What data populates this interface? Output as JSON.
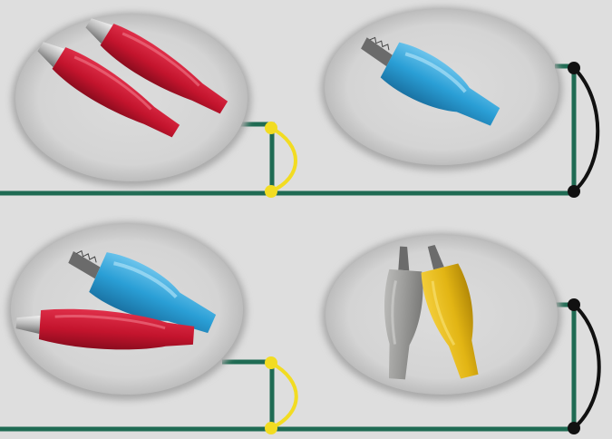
{
  "colors": {
    "background": "#dedede",
    "wire": "#1f6b53",
    "jumper_yellow": "#f2dc22",
    "jumper_black": "#111111",
    "oval_fill": "#d6d6d6",
    "clip_red": "#c3142d",
    "clip_blue": "#2a9fd6",
    "clip_gray": "#9c9c9a",
    "clip_yellow": "#e2b514"
  },
  "panels": [
    {
      "id": "top-left",
      "clips": [
        "red",
        "red"
      ],
      "jumper": "yellow"
    },
    {
      "id": "top-right",
      "clips": [
        "blue"
      ],
      "jumper": "black"
    },
    {
      "id": "bottom-left",
      "clips": [
        "blue",
        "red"
      ],
      "jumper": "yellow"
    },
    {
      "id": "bottom-right",
      "clips": [
        "gray",
        "yellow"
      ],
      "jumper": "black"
    }
  ]
}
